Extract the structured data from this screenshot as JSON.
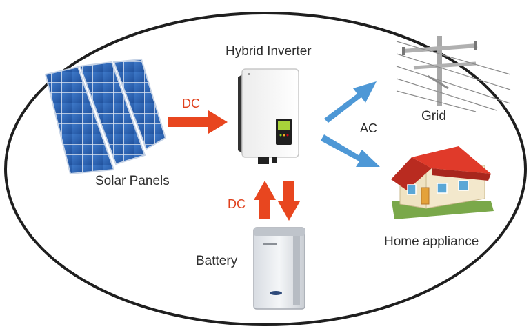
{
  "nodes": {
    "inverter": {
      "label": "Hybrid Inverter"
    },
    "solar": {
      "label": "Solar Panels"
    },
    "grid": {
      "label": "Grid"
    },
    "home": {
      "label": "Home appliance"
    },
    "battery": {
      "label": "Battery"
    }
  },
  "flows": {
    "solar_to_inverter": {
      "label": "DC"
    },
    "inverter_battery": {
      "label": "DC"
    },
    "inverter_outputs": {
      "label": "AC"
    }
  },
  "colors": {
    "dc_arrow": "#e8461f",
    "ac_arrow": "#4e98d6",
    "outline": "#1f1f1f",
    "roof": "#e03a2a",
    "panel": "#2a5fb0"
  },
  "icons": [
    "solar-panel-icon",
    "inverter-icon",
    "power-pole-icon",
    "house-icon",
    "battery-icon"
  ]
}
